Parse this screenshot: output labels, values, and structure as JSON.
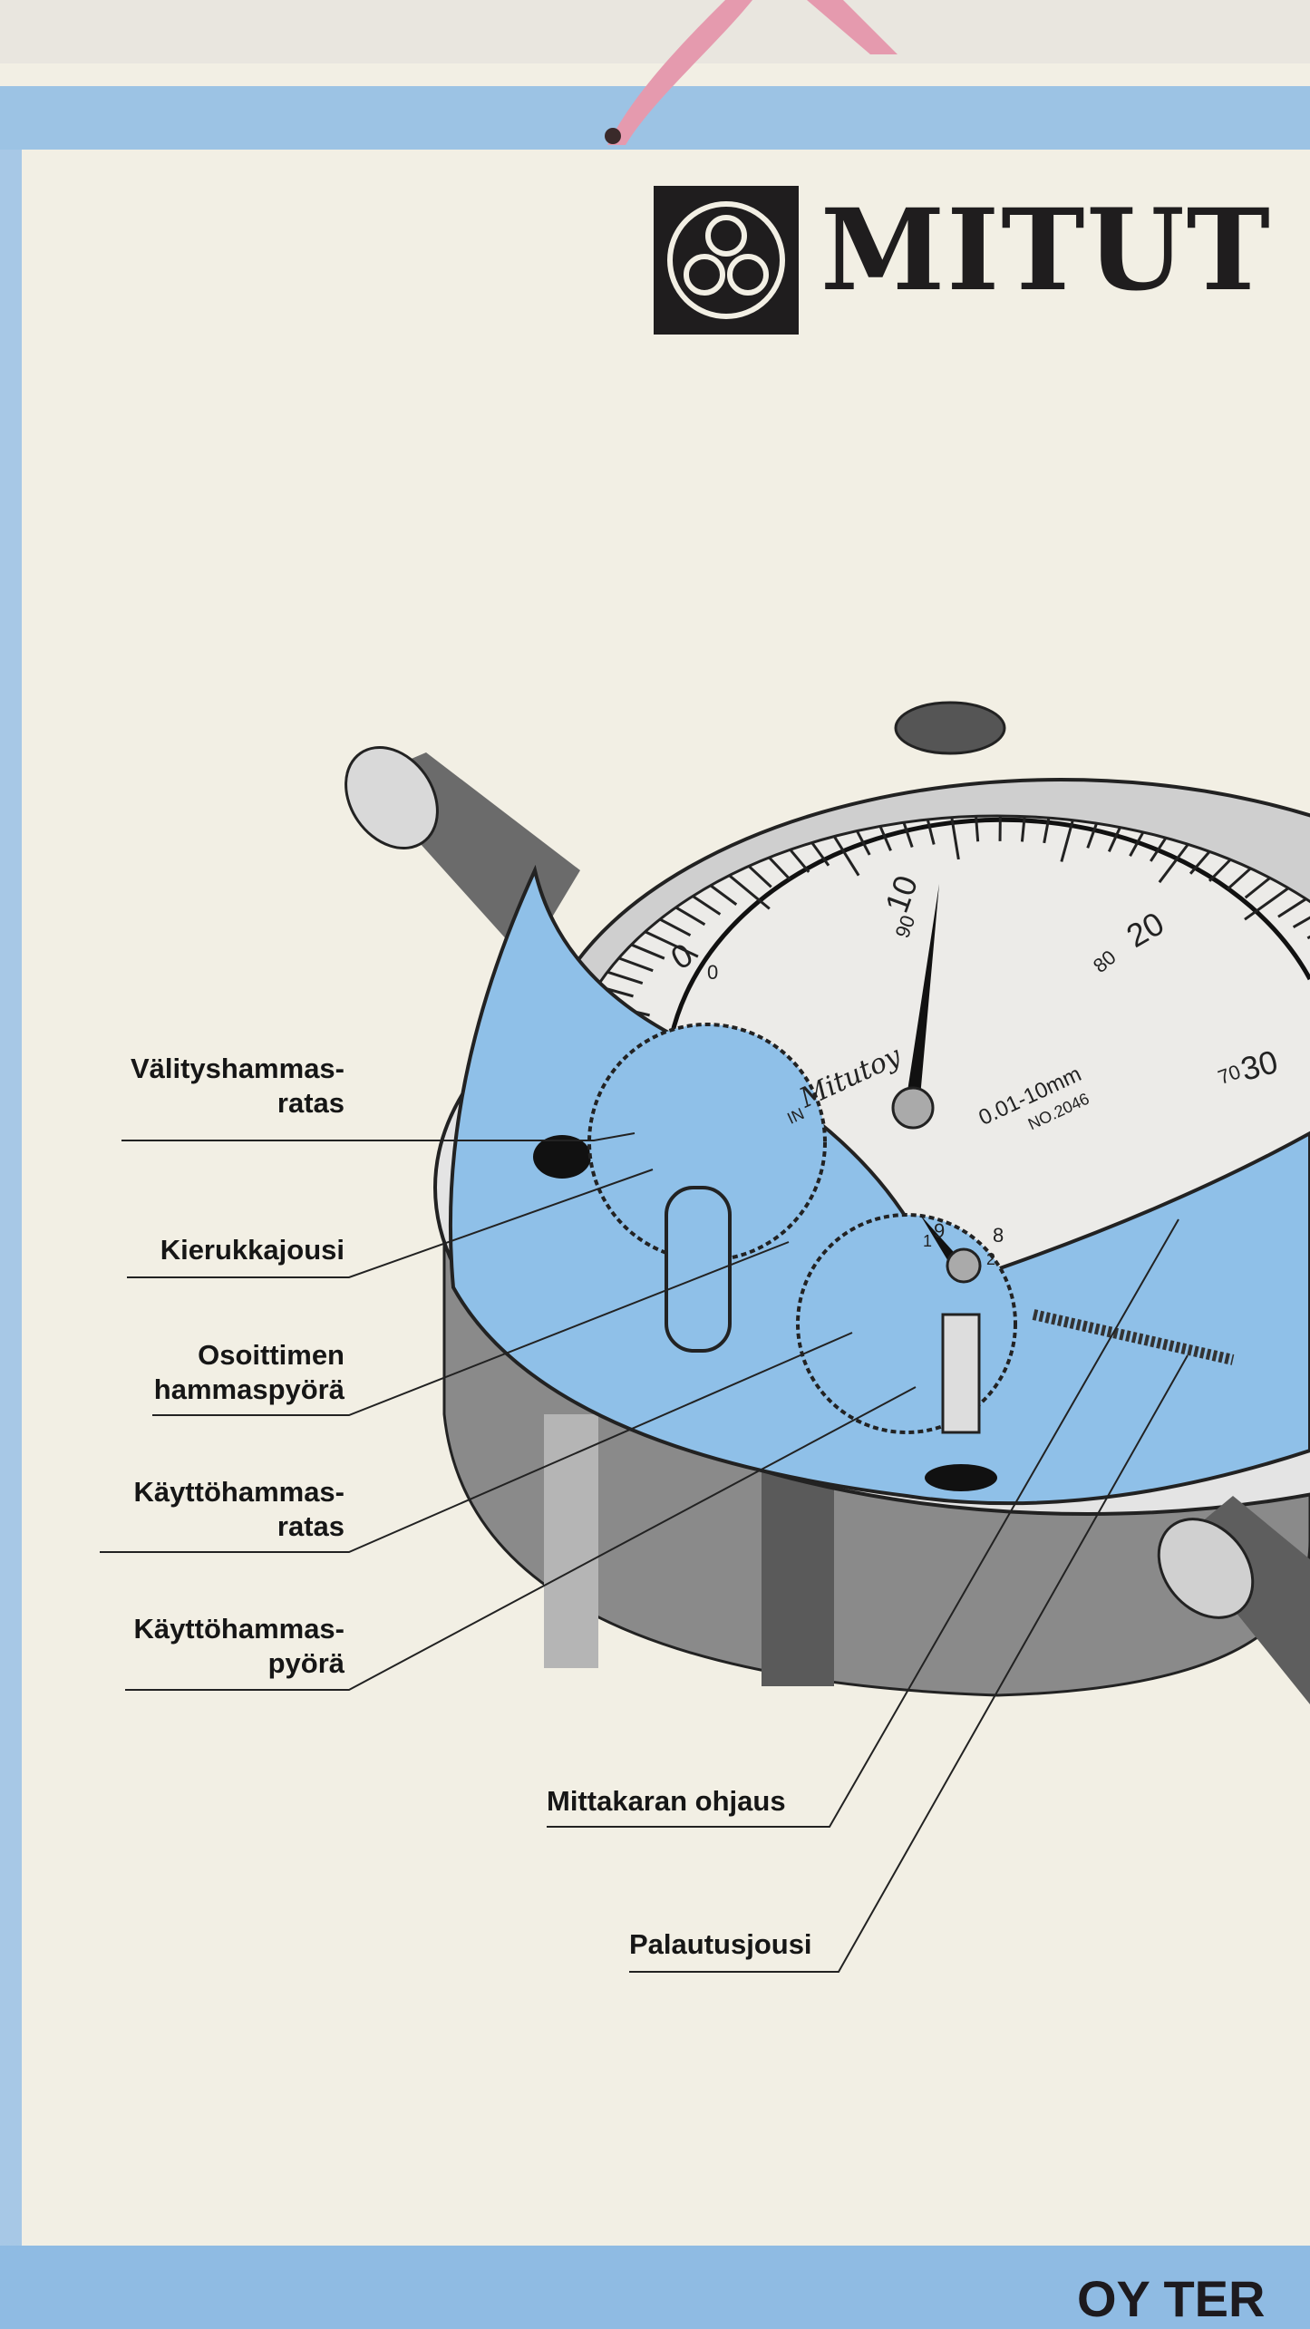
{
  "brand": {
    "name": "MITUT",
    "logo_icon": "mitutoyo-trefoil-logo"
  },
  "footer": {
    "text": "OY TER"
  },
  "colors": {
    "paper": "#f2efe4",
    "blue_band": "#9cc3e4",
    "cutaway_blue": "#8fc0e8",
    "ink": "#1f1d1e"
  },
  "dial": {
    "outer_numbers": [
      "0",
      "10",
      "20",
      "30"
    ],
    "inner_numbers": [
      "0",
      "90",
      "80",
      "70"
    ],
    "range_text": "0.01-10mm",
    "model_text": "NO.2046",
    "maker_script": "Mitutoy",
    "origin_text": "IN",
    "small_dial_numbers": [
      "1",
      "9",
      "2",
      "8"
    ]
  },
  "labels": [
    {
      "line1": "Välityshammas-",
      "line2": "ratas"
    },
    {
      "line1": "Kierukkajousi",
      "line2": ""
    },
    {
      "line1": "Osoittimen",
      "line2": "hammaspyörä"
    },
    {
      "line1": "Käyttöhammas-",
      "line2": "ratas"
    },
    {
      "line1": "Käyttöhammas-",
      "line2": "pyörä"
    },
    {
      "line1": "Mittakaran ohjaus",
      "line2": ""
    },
    {
      "line1": "Palautusjousi",
      "line2": ""
    }
  ]
}
